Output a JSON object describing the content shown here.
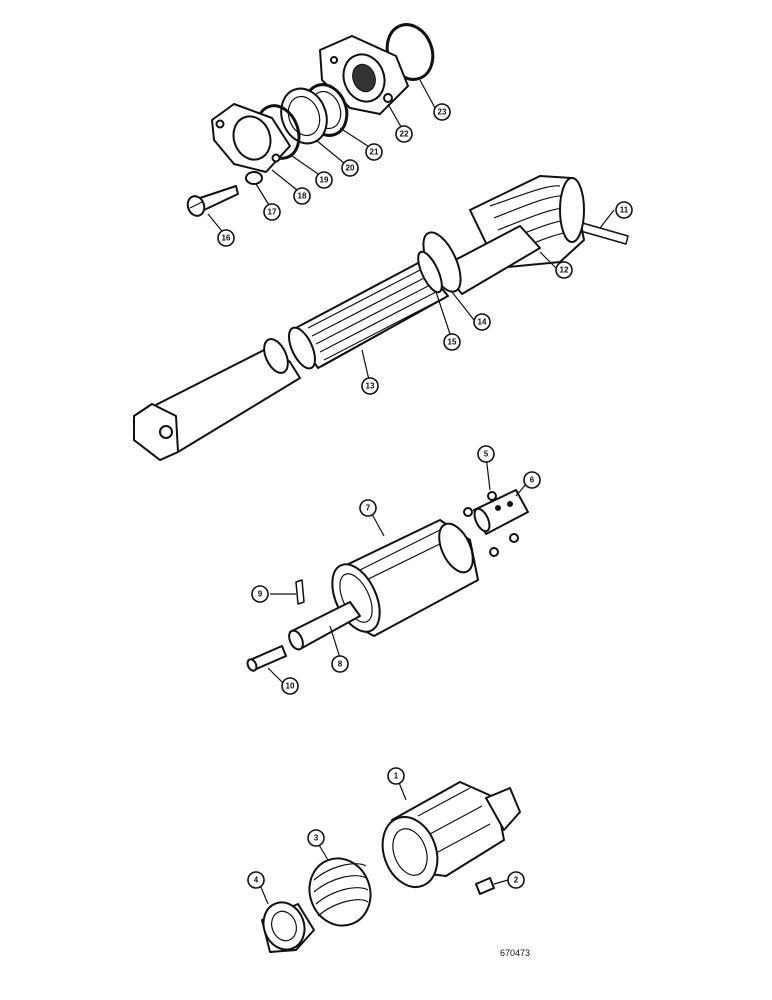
{
  "callouts": {
    "c1": "1",
    "c2": "2",
    "c3": "3",
    "c4": "4",
    "c5": "5",
    "c6": "6",
    "c7": "7",
    "c8": "8",
    "c9": "9",
    "c10": "10",
    "c11": "11",
    "c12": "12",
    "c13": "13",
    "c14": "14",
    "c15": "15",
    "c16": "16",
    "c17": "17",
    "c18": "18",
    "c19": "19",
    "c20": "20",
    "c21": "21",
    "c22": "22",
    "c23": "23"
  },
  "reference_code": "670473",
  "colors": {
    "ink": "#111111",
    "paper": "#ffffff"
  }
}
